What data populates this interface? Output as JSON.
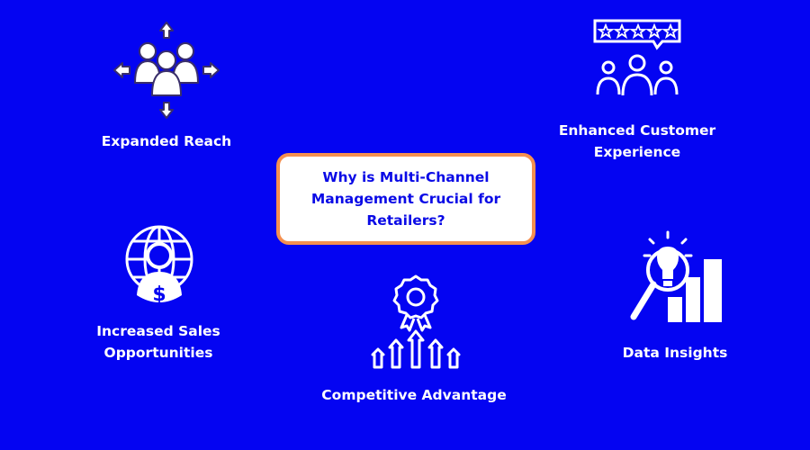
{
  "title": "Why is Multi-Channel Management Crucial for Retailers?",
  "items": [
    {
      "label": "Expanded Reach",
      "icon": "people-arrows-icon"
    },
    {
      "label": "Enhanced Customer Experience",
      "line1": "Enhanced Customer",
      "line2": "Experience",
      "icon": "customer-review-icon"
    },
    {
      "label": "Increased Sales Opportunities",
      "line1": "Increased Sales",
      "line2": "Opportunities",
      "icon": "globe-person-dollar-icon"
    },
    {
      "label": "Competitive Advantage",
      "icon": "award-arrows-icon"
    },
    {
      "label": "Data Insights",
      "icon": "bulb-magnifier-chart-icon"
    }
  ],
  "colors": {
    "background": "#0404f2",
    "box_border": "#f5904f",
    "title_text": "#0a0ae6"
  }
}
